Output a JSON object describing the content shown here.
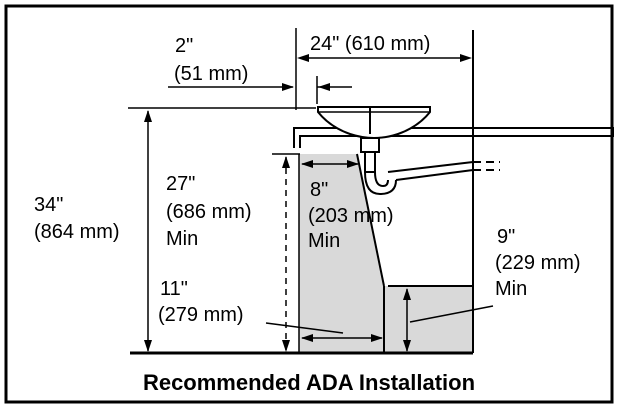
{
  "caption": "Recommended ADA Installation",
  "labels": {
    "sink_offset_in": "2\"",
    "sink_offset_mm": "(51 mm)",
    "wall_depth": "24\" (610 mm)",
    "height_total_in": "34\"",
    "height_total_mm": "(864 mm)",
    "knee_height_in": "27\"",
    "knee_height_mm": "(686 mm)",
    "knee_height_min": "Min",
    "knee_depth_in": "8\"",
    "knee_depth_mm": "(203 mm)",
    "knee_depth_min": "Min",
    "toe_height_in": "9\"",
    "toe_height_mm": "(229 mm)",
    "toe_height_min": "Min",
    "toe_depth_in": "11\"",
    "toe_depth_mm": "(279 mm)"
  },
  "colors": {
    "clearance_fill": "#d9d9d9",
    "line": "#000000",
    "background": "#ffffff"
  }
}
